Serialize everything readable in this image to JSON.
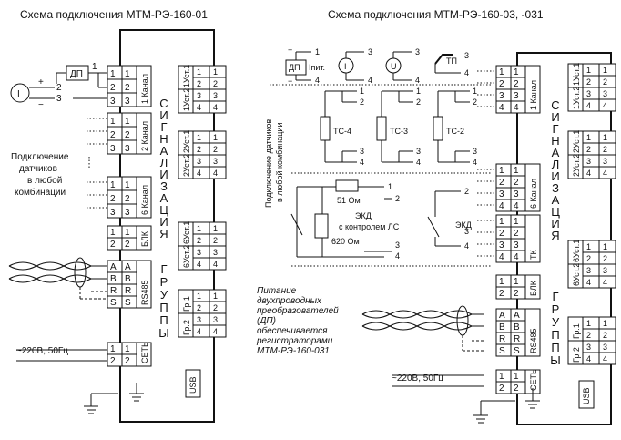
{
  "left": {
    "title": "Схема подключения МТМ-РЭ-160-01",
    "sensor_label": "ДП",
    "source_terminals": [
      "1",
      "2",
      "3"
    ],
    "channel_labels": [
      "1 Канал",
      "2 Канал",
      "6 Канал"
    ],
    "blk_label": "БЛК",
    "rs485_label": "RS485",
    "rs485_terminals": [
      "A",
      "B",
      "R",
      "S"
    ],
    "rs485_left_terminals": [
      "A",
      "B",
      "R",
      "S"
    ],
    "power_label": "СЕТЬ",
    "power_text": "~220В, 50Гц",
    "usb_label": "USB",
    "sensors_note": [
      "Подключение",
      "датчиков",
      "в любой",
      "комбинации"
    ],
    "vertical_word_1": "СИГНАЛИЗАЦИЯ",
    "vertical_word_2": "ГРУППЫ",
    "relay_labels": [
      "1Уст.1",
      "1Уст.2",
      "2Уст.1",
      "2Уст.2",
      "6Уст.1",
      "6Уст.2",
      "Гр.1",
      "Гр.2"
    ],
    "pin_numbers": [
      "1",
      "2",
      "3",
      "4"
    ]
  },
  "right": {
    "title": "Схема подключения МТМ-РЭ-160-03, -031",
    "dp_label": "ДП",
    "dp_pit_label": "Іпит.",
    "tp_label": "ТП",
    "tc_labels": [
      "ТС-4",
      "ТС-3",
      "ТС-2"
    ],
    "sensors_note_vertical": [
      "Подключение датчиков",
      "в любой комбинации"
    ],
    "r51_label": "51 Ом",
    "ekd_lc_label": [
      "ЭКД",
      "с контролем ЛС"
    ],
    "r620_label": "620 Ом",
    "ekd_label": "ЭКД",
    "channel_labels": [
      "1 Канал",
      "6 Канал"
    ],
    "tk_label": "ТК",
    "blk_label": "БЛК",
    "rs485_label": "RS485",
    "power_label": "СЕТЬ",
    "power_text": "~220В, 50Гц",
    "usb_label": "USB",
    "power_note": [
      "Питание",
      "двухпроводных",
      "преобразователей",
      "(ДП)",
      "обеспечивается",
      "регистраторами",
      "МТМ-РЭ-160-031"
    ],
    "vertical_word_1": "СИГНАЛИЗАЦИЯ",
    "vertical_word_2": "ГРУППЫ",
    "relay_labels": [
      "1Уст.1",
      "1Уст.2",
      "2Уст.1",
      "2Уст.2",
      "6Уст.1",
      "6Уст.2",
      "Гр.1",
      "Гр.2"
    ]
  },
  "symbols": {
    "current_source": "I",
    "voltage_source": "U",
    "plus": "+",
    "minus": "−"
  }
}
